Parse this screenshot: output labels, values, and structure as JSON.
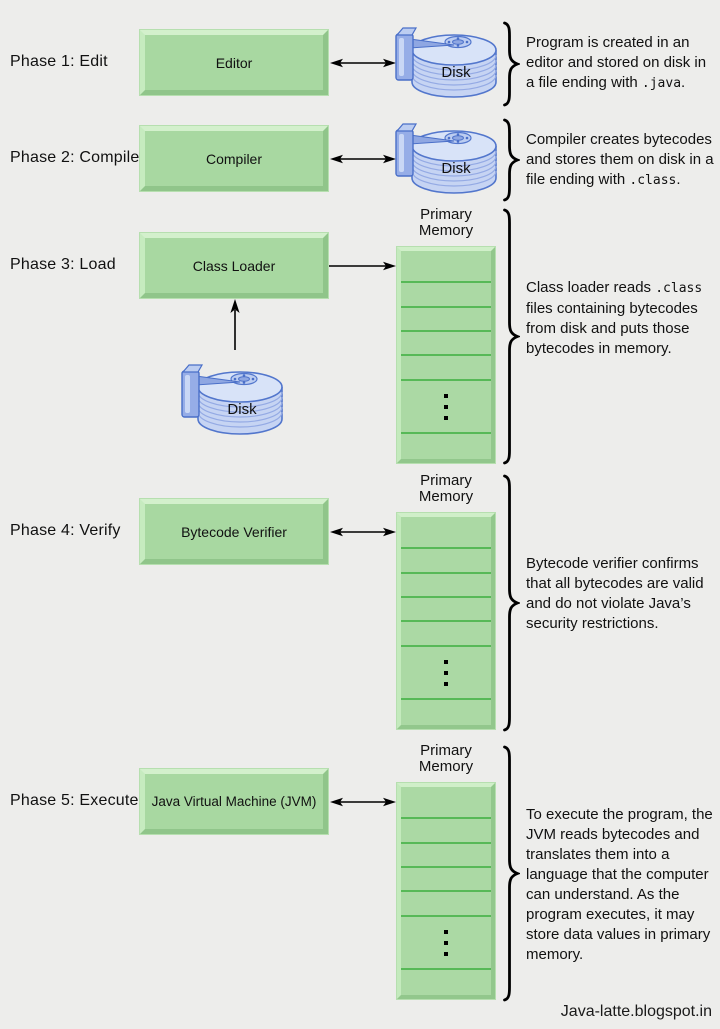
{
  "colors": {
    "background": "#ededeb",
    "box_fill": "#a8d8a1",
    "box_bevel_light": "#d3f0cc",
    "box_bevel_dark": "#90c58a",
    "memory_divider": "#57b957",
    "disk_outline": "#5276cc",
    "disk_fill": "#c6d4f3",
    "text": "#111111"
  },
  "footer": "Java-latte.blogspot.in",
  "phases": [
    {
      "label": "Phase 1: Edit",
      "box": "Editor",
      "disk_label": "Disk",
      "note_pre": "Program is created in an editor and stored on disk in a file ending with ",
      "note_mono": ".java",
      "note_post": "."
    },
    {
      "label": "Phase 2: Compile",
      "box": "Compiler",
      "disk_label": "Disk",
      "note_pre": "Compiler creates bytecodes and stores them on disk in a file ending with ",
      "note_mono": ".class",
      "note_post": "."
    },
    {
      "label": "Phase 3: Load",
      "box": "Class Loader",
      "disk_label": "Disk",
      "memory_label": "Primary Memory",
      "note_pre": "Class loader reads ",
      "note_mono": ".class",
      "note_post": " files containing bytecodes from disk and puts those bytecodes in memory."
    },
    {
      "label": "Phase 4: Verify",
      "box": "Bytecode Verifier",
      "memory_label": "Primary Memory",
      "note_pre": "Bytecode verifier confirms that all bytecodes are valid and do not violate Java’s security restrictions.",
      "note_mono": "",
      "note_post": ""
    },
    {
      "label": "Phase 5: Execute",
      "box": "Java Virtual Machine (JVM)",
      "memory_label": "Primary Memory",
      "note_pre": "To execute the program, the JVM reads bytecodes and translates them into a language that the computer can understand. As the program executes, it may store data values in primary memory.",
      "note_mono": "",
      "note_post": ""
    }
  ]
}
